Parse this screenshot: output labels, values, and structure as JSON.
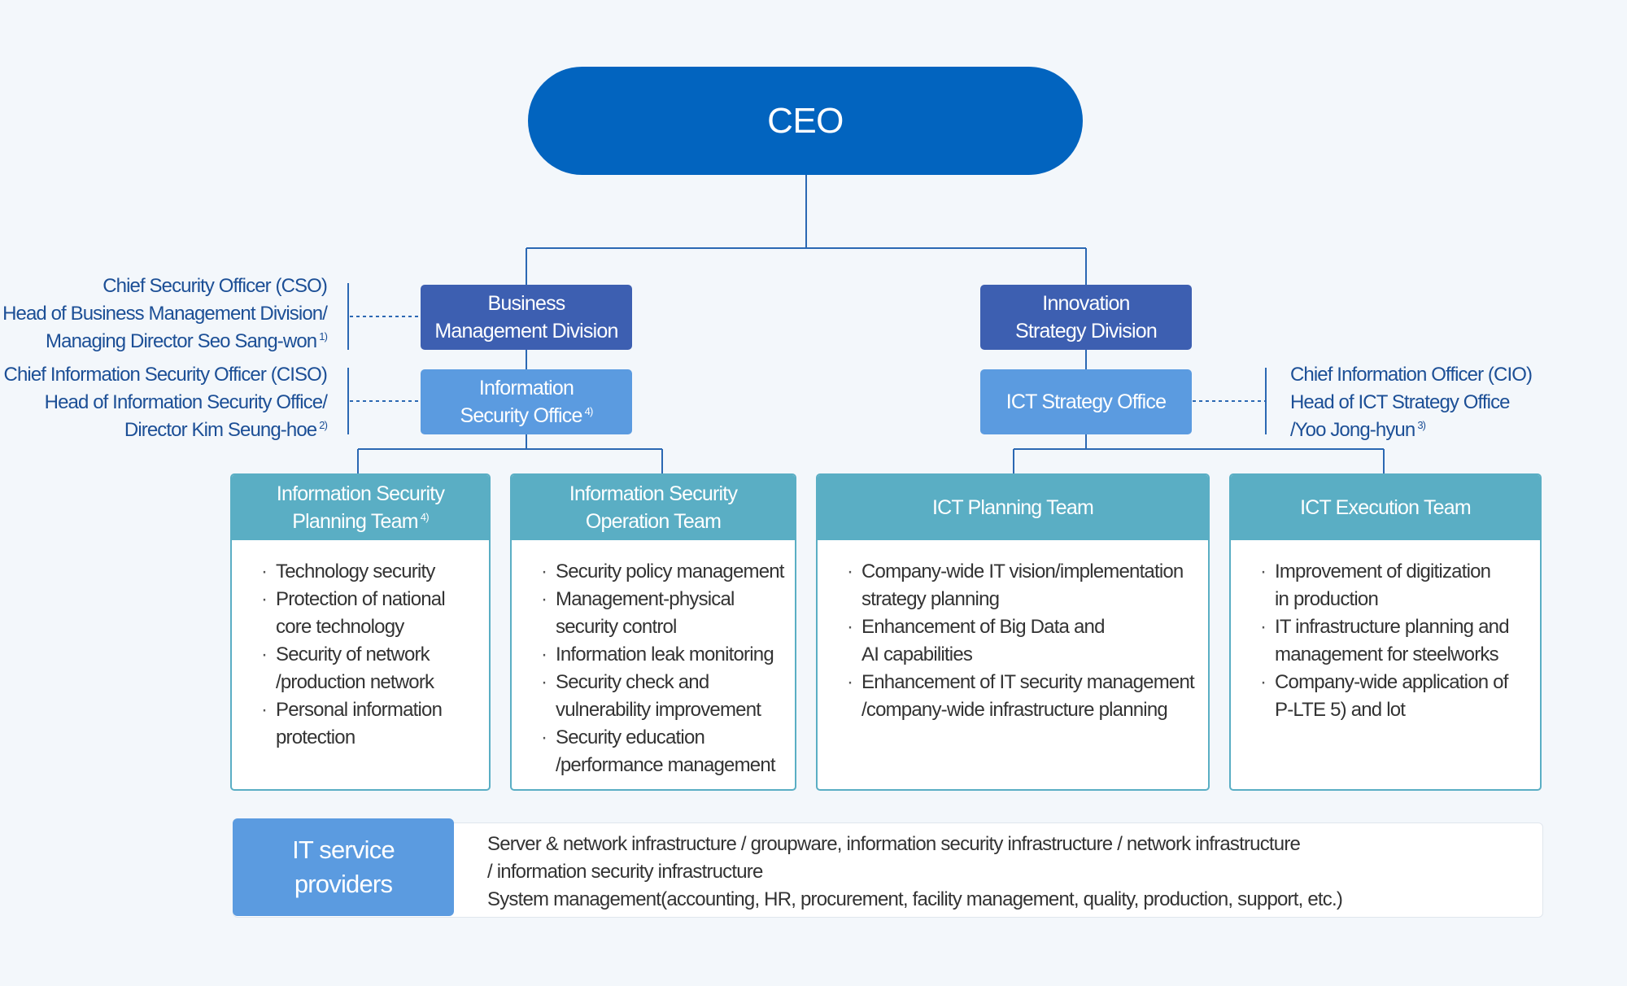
{
  "ceo": {
    "label": "CEO"
  },
  "divisions": {
    "business": {
      "line1": "Business",
      "line2": "Management Division"
    },
    "innovation": {
      "line1": "Innovation",
      "line2": "Strategy Division"
    }
  },
  "offices": {
    "info_security": {
      "line1": "Information",
      "line2": "Security Office",
      "note": "4)"
    },
    "ict_strategy": {
      "label": "ICT Strategy Office"
    }
  },
  "roles": {
    "cso": {
      "line1": "Chief Security Officer (CSO)",
      "line2": "Head of Business Management Division/",
      "line3": "Managing Director Seo Sang-won",
      "note": "1)"
    },
    "ciso": {
      "line1": "Chief Information Security Officer (CISO)",
      "line2": "Head of Information Security Office/",
      "line3": "Director Kim Seung-hoe",
      "note": "2)"
    },
    "cio": {
      "line1": "Chief Information Officer (CIO)",
      "line2": "Head of ICT Strategy Office",
      "line3": "/Yoo Jong-hyun",
      "note": "3)"
    }
  },
  "teams": [
    {
      "title_line1": "Information Security",
      "title_line2": "Planning Team",
      "note": "4)",
      "items": [
        "Technology security",
        "Protection of national\ncore technology",
        "Security of network\n/production network",
        "Personal information\nprotection"
      ]
    },
    {
      "title_line1": "Information Security",
      "title_line2": "Operation Team",
      "note": "",
      "items": [
        "Security policy management",
        "Management-physical\nsecurity control",
        "Information leak monitoring",
        "Security check and\nvulnerability improvement",
        "Security education\n/performance management"
      ]
    },
    {
      "title_line1": "ICT Planning Team",
      "title_line2": "",
      "note": "",
      "items": [
        "Company-wide IT vision/implementation\nstrategy planning",
        "Enhancement of Big Data and\nAI capabilities",
        "Enhancement of IT security management\n/company-wide infrastructure planning"
      ]
    },
    {
      "title_line1": "ICT Execution Team",
      "title_line2": "",
      "note": "",
      "items": [
        "Improvement of digitization\nin production",
        "IT infrastructure planning and\nmanagement for steelworks",
        "Company-wide application of\nP-LTE 5) and lot"
      ]
    }
  ],
  "it_service": {
    "label_line1": "IT service",
    "label_line2": "providers",
    "lines": [
      "Server & network infrastructure / groupware, information security infrastructure / network infrastructure",
      "/ information security infrastructure",
      "System management(accounting, HR, procurement, facility management, quality, production, support, etc.)"
    ]
  },
  "colors": {
    "ceo": "#0264bf",
    "division": "#3d5fb1",
    "office": "#5b9be0",
    "team_header": "#5aaec4",
    "connector": "#2b68b3",
    "role_text": "#1c4f96"
  }
}
